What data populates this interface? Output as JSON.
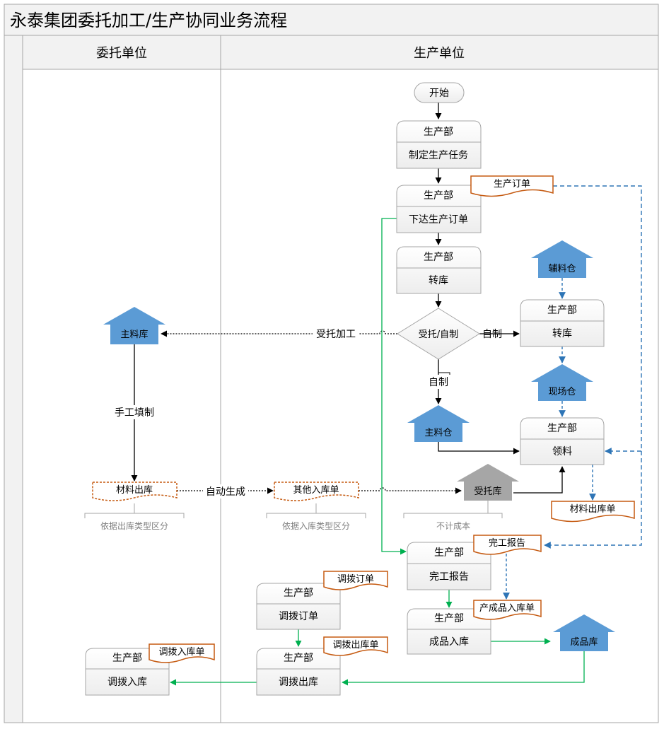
{
  "title": "永泰集团委托加工/生产协同业务流程",
  "lanes": {
    "left": "委托单位",
    "right": "生产单位"
  },
  "nodes": {
    "start": "开始",
    "task_plan": {
      "dept": "生产部",
      "action": "制定生产任务"
    },
    "task_order": {
      "dept": "生产部",
      "action": "下达生产订单"
    },
    "task_transfer1": {
      "dept": "生产部",
      "action": "转库"
    },
    "decision": "受托/自制",
    "task_transfer2": {
      "dept": "生产部",
      "action": "转库"
    },
    "task_pick": {
      "dept": "生产部",
      "action": "领料"
    },
    "task_complete": {
      "dept": "生产部",
      "action": "完工报告"
    },
    "task_finished_in": {
      "dept": "生产部",
      "action": "成品入库"
    },
    "task_alloc_order": {
      "dept": "生产部",
      "action": "调拨订单"
    },
    "task_alloc_out": {
      "dept": "生产部",
      "action": "调拨出库"
    },
    "task_alloc_in": {
      "dept": "生产部",
      "action": "调拨入库"
    }
  },
  "warehouses": {
    "aux": "辅料仓",
    "site": "现场仓",
    "main_right": "主料仓",
    "main_left": "主料库",
    "trust": "受托库",
    "finished": "成品库"
  },
  "documents": {
    "prod_order": "生产订单",
    "mat_out_right": "材料出库单",
    "complete_report": "完工报告",
    "finished_in": "产成品入库单",
    "alloc_order": "调拨订单",
    "alloc_out": "调拨出库单",
    "alloc_in": "调拨入库单",
    "mat_out_left": "材料出库",
    "other_in": "其他入库单"
  },
  "edge_labels": {
    "entrust": "受托加工",
    "self_right": "自制",
    "self_down": "自制",
    "manual": "手工填制",
    "auto": "自动生成"
  },
  "notes": {
    "left": "依据出库类型区分",
    "middle": "依据入库类型区分",
    "right": "不计成本"
  },
  "colors": {
    "warehouse_blue": "#5b9bd5",
    "warehouse_gray": "#a6a6a6",
    "doc_border": "#c55a11",
    "blue_arrow": "#2e75b6",
    "green_arrow": "#00b050",
    "header_bg": "#f2f2f2",
    "border": "#a6a6a6"
  }
}
